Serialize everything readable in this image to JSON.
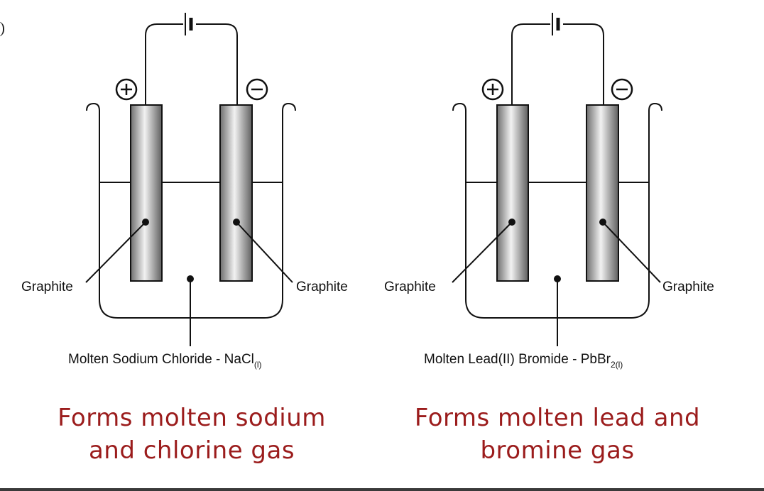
{
  "cells": [
    {
      "id": "left",
      "anode_sign": "+",
      "cathode_sign": "−",
      "anode_label": "Graphite",
      "cathode_label": "Graphite",
      "electrolyte_label": "Molten Sodium Chloride - NaCl",
      "electrolyte_subscript": "(l)",
      "caption_line1": "Forms molten sodium",
      "caption_line2": "and chlorine gas"
    },
    {
      "id": "right",
      "anode_sign": "+",
      "cathode_sign": "−",
      "anode_label": "Graphite",
      "cathode_label": "Graphite",
      "electrolyte_label": "Molten Lead(II) Bromide - PbBr",
      "electrolyte_subscript": "2(l)",
      "caption_line1": "Forms molten lead and",
      "caption_line2": "bromine gas"
    }
  ],
  "colors": {
    "caption": "#9b1c1c",
    "line": "#111111",
    "electrode_dark": "#6e6e6e",
    "electrode_light": "#f2f2f2"
  },
  "icons": [
    "battery-icon",
    "plus-sign-icon",
    "minus-sign-icon"
  ]
}
